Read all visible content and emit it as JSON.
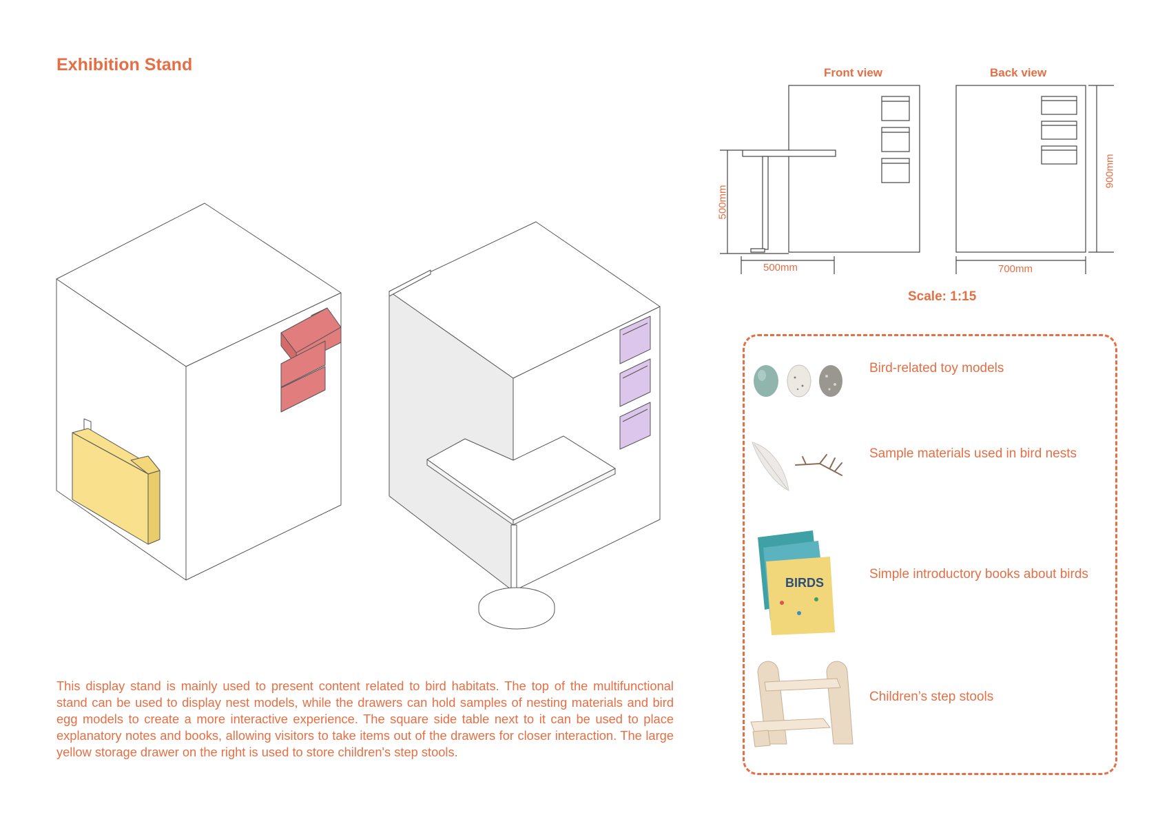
{
  "header": {
    "title": "Exhibition Stand"
  },
  "views": {
    "front": {
      "label": "Front view",
      "height_dim": "500mm",
      "width_dim": "500mm"
    },
    "back": {
      "label": "Back view",
      "height_dim": "900mm",
      "width_dim": "700mm"
    },
    "scale": "Scale: 1:15"
  },
  "description": "This display stand is mainly used to present content related to bird habitats. The top of the multifunctional stand can be used to display nest models, while the drawers can hold samples of nesting materials and bird egg models to create a more interactive experience. The square side table next to it can be used to place explanatory notes and books, allowing visitors to take items out of the drawers for closer interaction. The large yellow storage drawer on the right is used to store children's step stools.",
  "legend": {
    "items": [
      {
        "label": "Bird-related toy models",
        "icon": "bird-eggs"
      },
      {
        "label": "Sample materials used in bird nests",
        "icon": "feather-twig"
      },
      {
        "label": "Simple introductory books about birds",
        "icon": "bird-books"
      },
      {
        "label": "Children’s step stools",
        "icon": "step-stool"
      }
    ],
    "book_cover_text": "BIRDS"
  },
  "colors": {
    "accent": "#e56f45",
    "drawer_red": "#e17d7d",
    "drawer_purple": "#dcc6ec",
    "drawer_yellow": "#f8e08c",
    "side_shade": "#ececec"
  }
}
